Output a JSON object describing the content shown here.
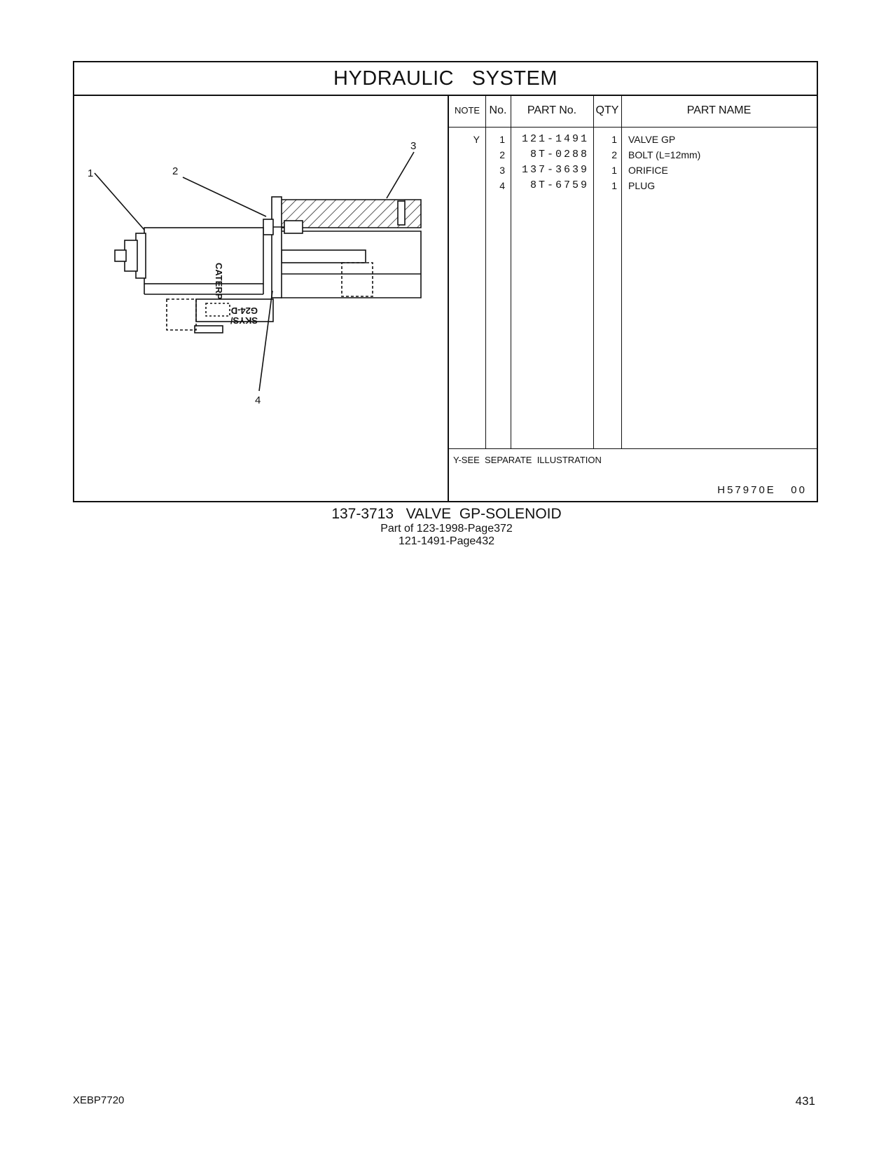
{
  "title": "HYDRAULIC   SYSTEM",
  "callouts": [
    "1",
    "2",
    "3",
    "4"
  ],
  "illustration_text": {
    "brand": "CATERP",
    "lower_code_1": "SKYS/",
    "lower_code_2": "G24-D"
  },
  "table": {
    "headers": {
      "note": "NOTE",
      "no": "No.",
      "part_no": "PART No.",
      "qty": "QTY",
      "part_name": "PART NAME"
    },
    "rows": [
      {
        "note": "Y",
        "no": "1",
        "part_no": "121-1491",
        "qty": "1",
        "part_name": "VALVE  GP"
      },
      {
        "note": "",
        "no": "2",
        "part_no": "8T-0288",
        "qty": "2",
        "part_name": "BOLT (L=12mm)"
      },
      {
        "note": "",
        "no": "3",
        "part_no": "137-3639",
        "qty": "1",
        "part_name": "ORIFICE"
      },
      {
        "note": "",
        "no": "4",
        "part_no": "8T-6759",
        "qty": "1",
        "part_name": "PLUG"
      }
    ],
    "footnote": "Y-SEE  SEPARATE  ILLUSTRATION",
    "drawing_id": "H57970E   00"
  },
  "caption": {
    "title": "137-3713   VALVE  GP-SOLENOID",
    "line2": "Part of 123-1998-Page372",
    "line3": "121-1491-Page432"
  },
  "footer": {
    "doc_id": "XEBP7720",
    "page_number": "431"
  }
}
